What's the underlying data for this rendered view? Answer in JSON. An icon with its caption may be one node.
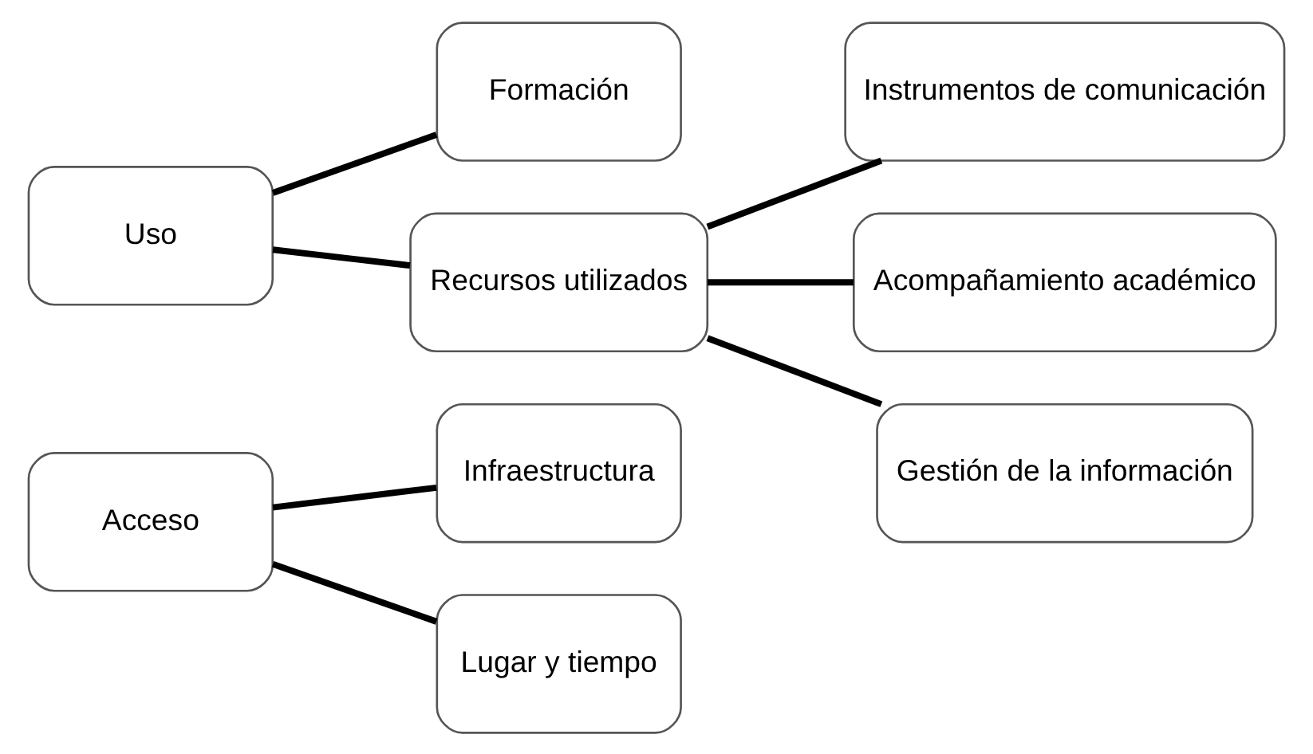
{
  "diagram": {
    "nodes": [
      {
        "text": [
          "Acceso"
        ]
      },
      {
        "text": [
          "Infraestructura"
        ]
      },
      {
        "text": [
          "Lugar y tiempo"
        ]
      },
      {
        "text": [
          "Uso"
        ]
      },
      {
        "text": [
          "Formación"
        ]
      },
      {
        "text": [
          "Recursos utilizados"
        ]
      },
      {
        "text": [
          "Instrumentos de comunicación"
        ]
      },
      {
        "text": [
          "Acompañamiento académico"
        ]
      },
      {
        "text": [
          "Gestión de la información"
        ]
      }
    ],
    "edges": [
      {
        "from": 0,
        "to": 1,
        "arrow": "none"
      },
      {
        "from": 0,
        "to": 2,
        "arrow": "none"
      },
      {
        "from": 3,
        "to": 4,
        "arrow": "none"
      },
      {
        "from": 3,
        "to": 5,
        "arrow": "none"
      },
      {
        "from": 5,
        "to": 6,
        "arrow": "none"
      },
      {
        "from": 5,
        "to": 7,
        "arrow": "none"
      },
      {
        "from": 5,
        "to": 8,
        "arrow": "none"
      }
    ]
  }
}
